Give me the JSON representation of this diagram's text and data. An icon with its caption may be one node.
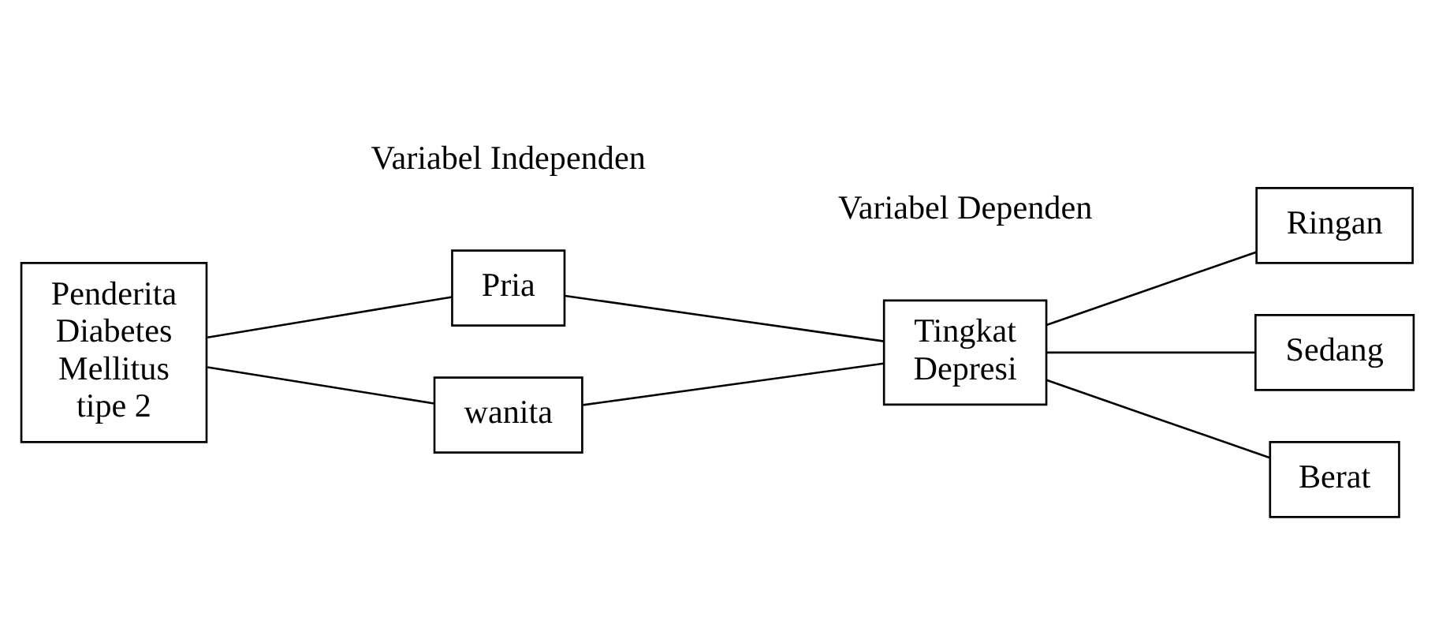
{
  "diagram": {
    "nodes": [
      {
        "text": [
          "Penderita Diabetes Mellitus tipe 2"
        ]
      },
      {
        "text": [
          "Pria"
        ]
      },
      {
        "text": [
          "wanita"
        ]
      },
      {
        "text": [
          "Tingkat Depresi"
        ]
      },
      {
        "text": [
          "Ringan"
        ]
      },
      {
        "text": [
          "Sedang"
        ]
      },
      {
        "text": [
          "Berat"
        ]
      }
    ],
    "edges": [
      {
        "from": 0,
        "to": 1,
        "arrow": "none"
      },
      {
        "from": 0,
        "to": 2,
        "arrow": "none"
      },
      {
        "from": 1,
        "to": 3,
        "arrow": "none"
      },
      {
        "from": 2,
        "to": 3,
        "arrow": "none"
      },
      {
        "from": 3,
        "to": 4,
        "arrow": "none"
      },
      {
        "from": 3,
        "to": 5,
        "arrow": "none"
      },
      {
        "from": 3,
        "to": 6,
        "arrow": "none"
      }
    ],
    "labels": [
      "Variabel Independen",
      "Variabel Dependen"
    ]
  }
}
